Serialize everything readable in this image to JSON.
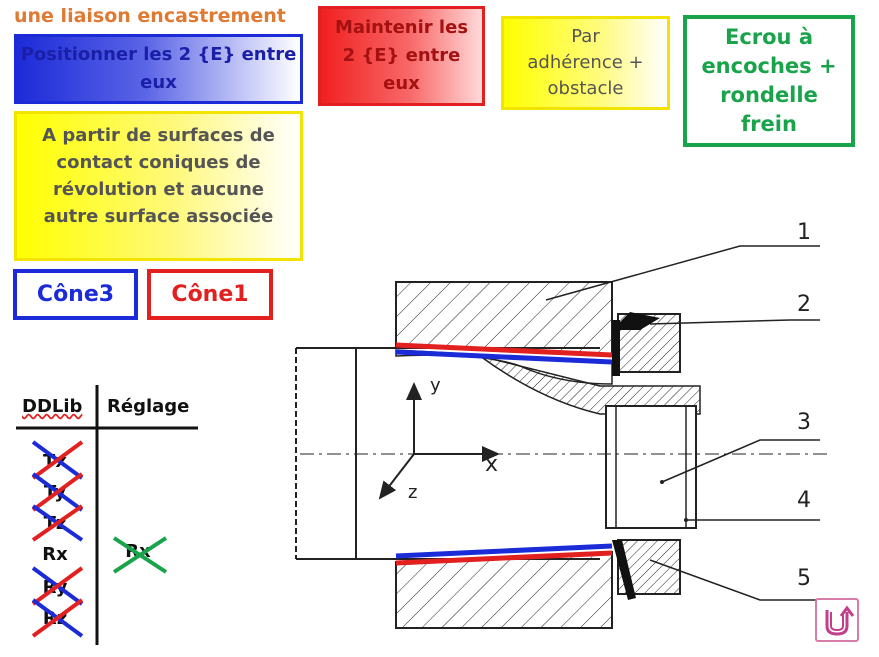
{
  "title": "une liaison encastrement",
  "boxes": {
    "positionner": [
      "Positionner les 2 {E} entre",
      "eux"
    ],
    "maintenir": [
      "Maintenir les",
      "2 {E} entre",
      "eux"
    ],
    "adherence": [
      "Par",
      "adhérence +",
      "obstacle"
    ],
    "ecrou": [
      "Ecrou à",
      "encoches +",
      "rondelle",
      "frein"
    ],
    "surfaces": [
      "A partir de surfaces de",
      "contact coniques de",
      "révolution et aucune",
      "autre surface associée"
    ],
    "cone3": "Cône3",
    "cone1": "Cône1"
  },
  "table": {
    "ddlib_header": "DDLib",
    "reglage_header": "Réglage",
    "ddl_items": [
      "Tx",
      "Ty",
      "Tz",
      "Rx",
      "Ry",
      "Rz"
    ],
    "reglage_items": [
      "Rx"
    ]
  },
  "diagram": {
    "part_labels": [
      "1",
      "2",
      "3",
      "4",
      "5"
    ],
    "axis_labels": {
      "x": "x",
      "y": "y",
      "z": "z"
    }
  },
  "colors": {
    "title": "#e07a33",
    "blue": "#1c2bd8",
    "red": "#e22020",
    "green": "#19a34a",
    "yellow": "#ffff00"
  },
  "icons": {
    "nav": "return-arrow-icon"
  }
}
